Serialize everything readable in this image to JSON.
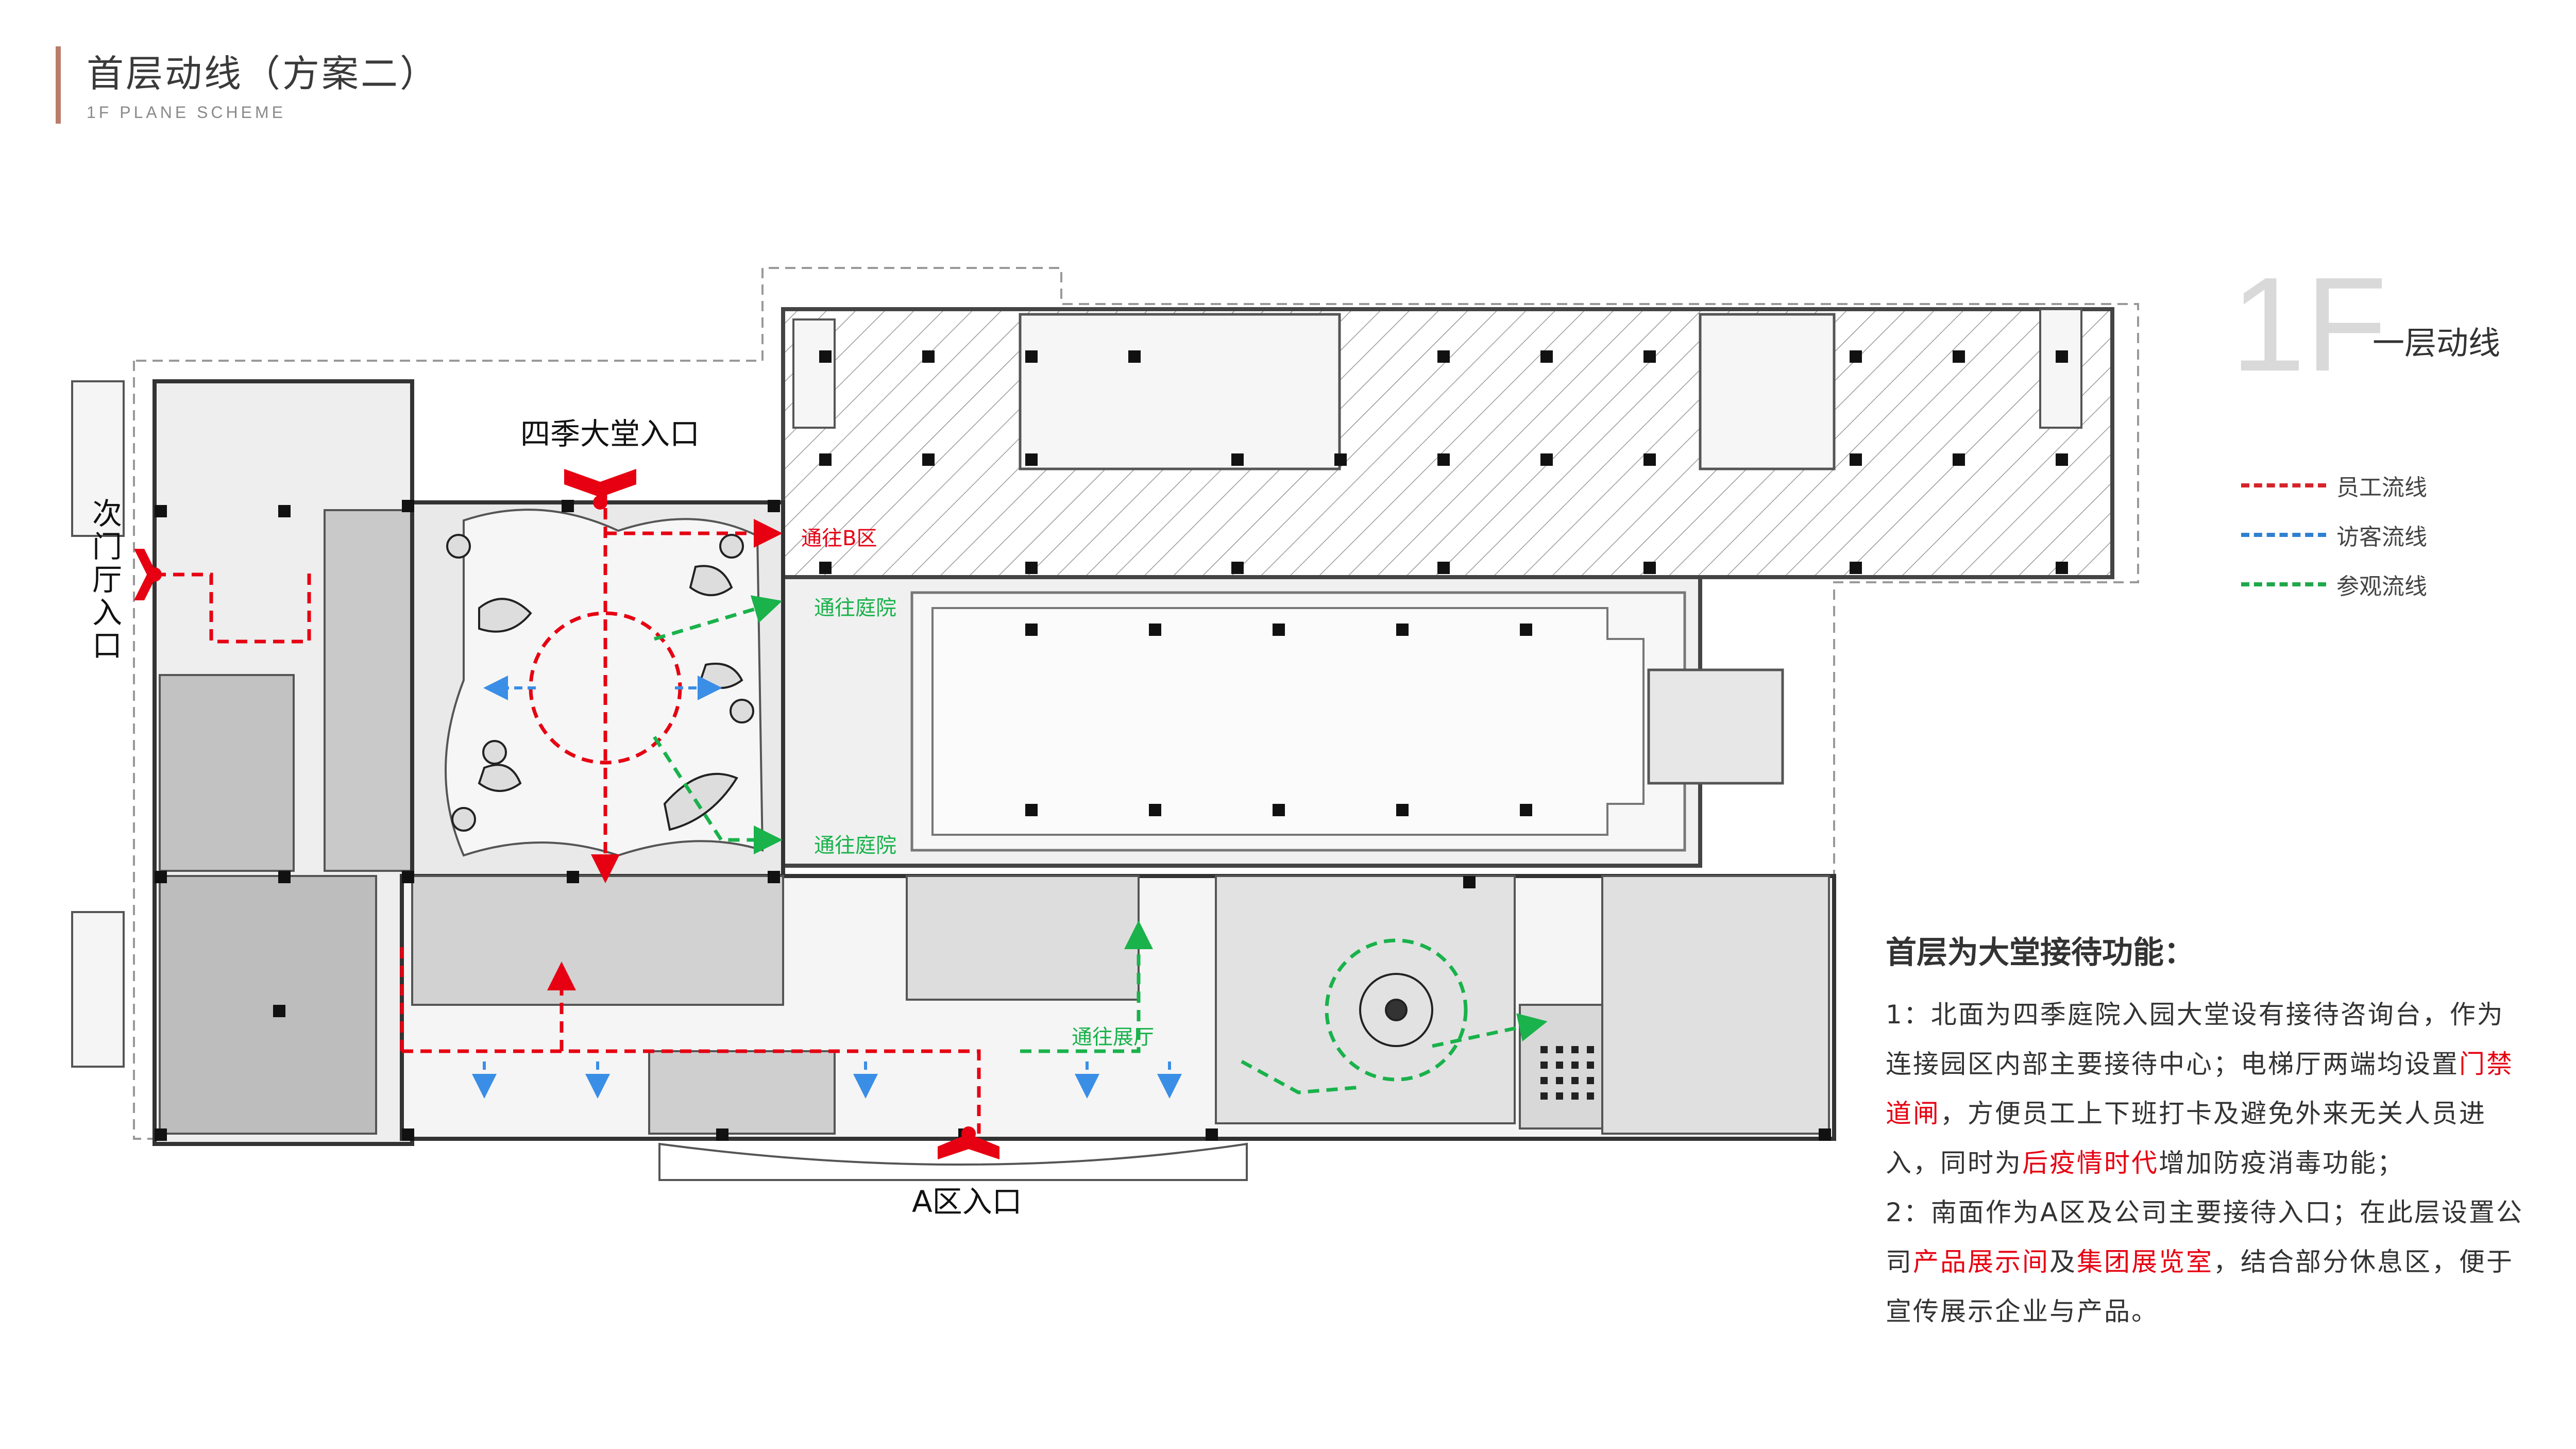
{
  "header": {
    "title": "首层动线（方案二）",
    "subtitle": "1F PLANE SCHEME"
  },
  "level": {
    "number": "1F",
    "label": "一层动线"
  },
  "legend": {
    "items": [
      {
        "label": "员工流线",
        "color": "#d7232a"
      },
      {
        "label": "访客流线",
        "color": "#2f7fd0"
      },
      {
        "label": "参观流线",
        "color": "#1fa84a"
      }
    ]
  },
  "plan_labels": {
    "north_entrance": "四季大堂入口",
    "south_entrance": "A区入口",
    "side_entrance": "次门厅入口",
    "to_zone_b": "通往B区",
    "to_courtyard_1": "通往庭院",
    "to_courtyard_2": "通往庭院",
    "to_exhibition": "通往展厅"
  },
  "description": {
    "heading": "首层为大堂接待功能：",
    "p1_before": "1：北面为四季庭院入园大堂设有接待咨询台，作为连接园区内部主要接待中心；电梯厅两端均设置",
    "p1_hl1": "门禁道闸",
    "p1_mid": "，方便员工上下班打卡及避免外来无关人员进入，同时为",
    "p1_hl2": "后疫情时代",
    "p1_after": "增加防疫消毒功能；",
    "p2_before": "2：南面作为A区及公司主要接待入口；在此层设置公司",
    "p2_hl1": "产品展示间",
    "p2_mid": "及",
    "p2_hl2": "集团展览室",
    "p2_after": "，结合部分休息区，便于宣传展示企业与产品。"
  },
  "colors": {
    "accent_bar": "#b97d6c",
    "highlight": "#e60012",
    "staff_flow": "#d7232a",
    "visitor_flow": "#2f7fd0",
    "tour_flow": "#1fa84a"
  }
}
